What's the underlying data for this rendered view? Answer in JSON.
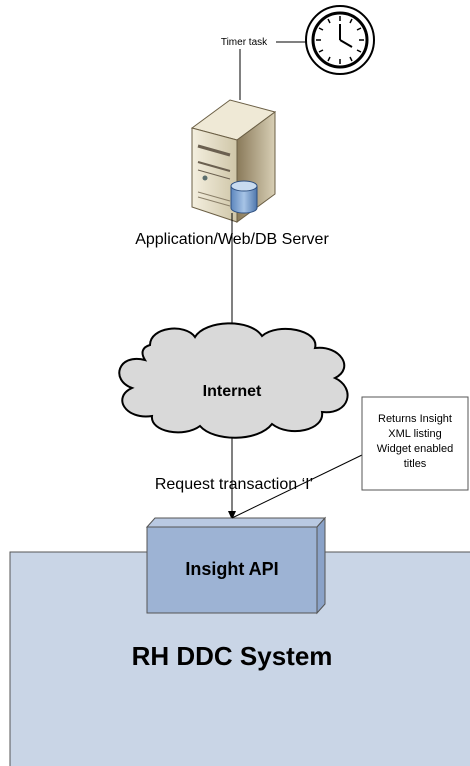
{
  "timer": {
    "label": "Timer task",
    "icon": "clock-icon"
  },
  "server": {
    "label": "Application/Web/DB Server",
    "icon": "server-icon",
    "db_icon": "database-icon"
  },
  "cloud": {
    "label": "Internet"
  },
  "request": {
    "label": "Request transaction ‘I’"
  },
  "callout": {
    "lines": [
      "Returns Insight",
      "XML listing",
      "Widget enabled",
      "titles"
    ]
  },
  "api": {
    "label": "Insight API"
  },
  "system": {
    "label": "RH DDC System"
  },
  "colors": {
    "system_fill": "#c9d5e6",
    "api_fill": "#9db3d4",
    "api_side": "#8aa2c8",
    "cloud_fill": "#d9d9d9"
  }
}
